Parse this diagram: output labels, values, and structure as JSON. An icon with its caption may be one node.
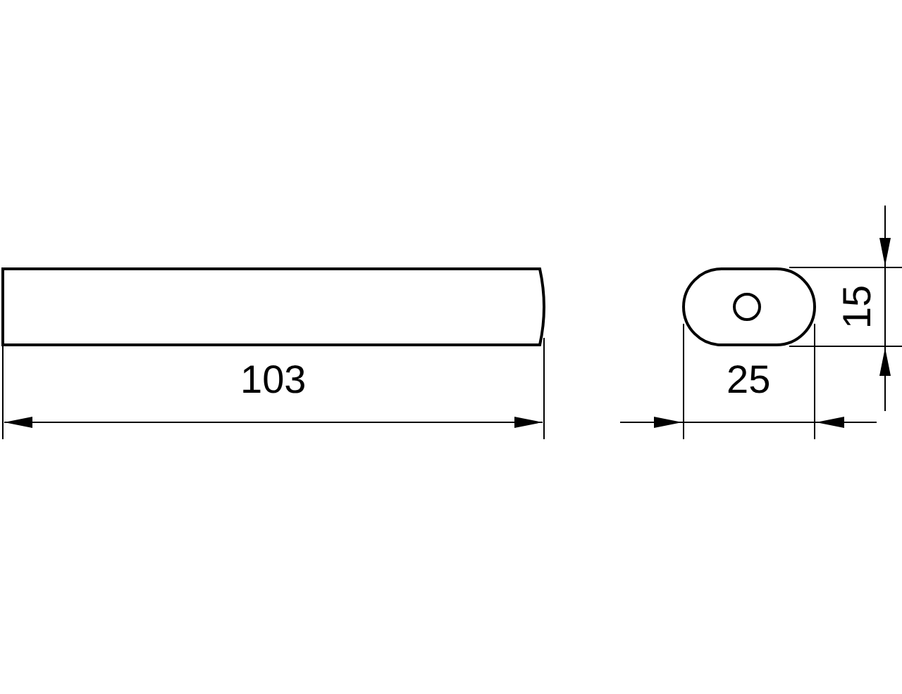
{
  "diagram": {
    "labels": [
      "103",
      "25",
      "15"
    ]
  }
}
